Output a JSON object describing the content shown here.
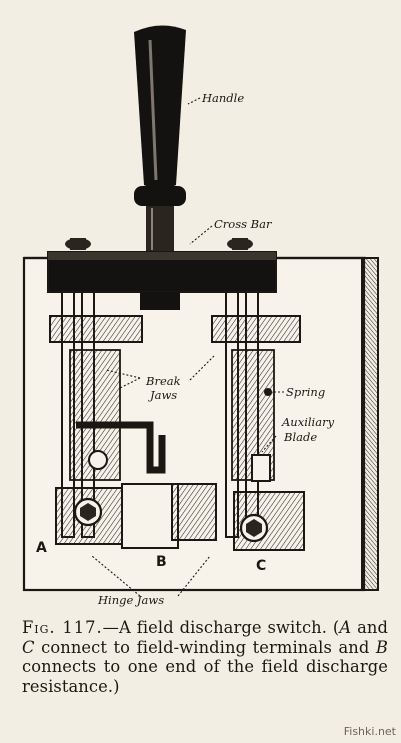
{
  "figure": {
    "labels": {
      "handle": "Handle",
      "cross_bar": "Cross Bar",
      "break_jaws_1": "Break",
      "break_jaws_2": "Jaws",
      "spring": "Spring",
      "auxiliary_blade_1": "Auxiliary",
      "auxiliary_blade_2": "Blade",
      "hinge_jaws": "Hinge Jaws",
      "a": "A",
      "b": "B",
      "c": "C"
    }
  },
  "caption": {
    "fig": "Fig. 117.",
    "title": "—A field discharge switch.",
    "paren_open": "(",
    "a": "A",
    "and": " and ",
    "c": "C",
    "mid": " connect to field-winding terminals and ",
    "b": "B",
    "end": " connects to one end of the field discharge resistance.)"
  },
  "watermark": "Fishki.net"
}
